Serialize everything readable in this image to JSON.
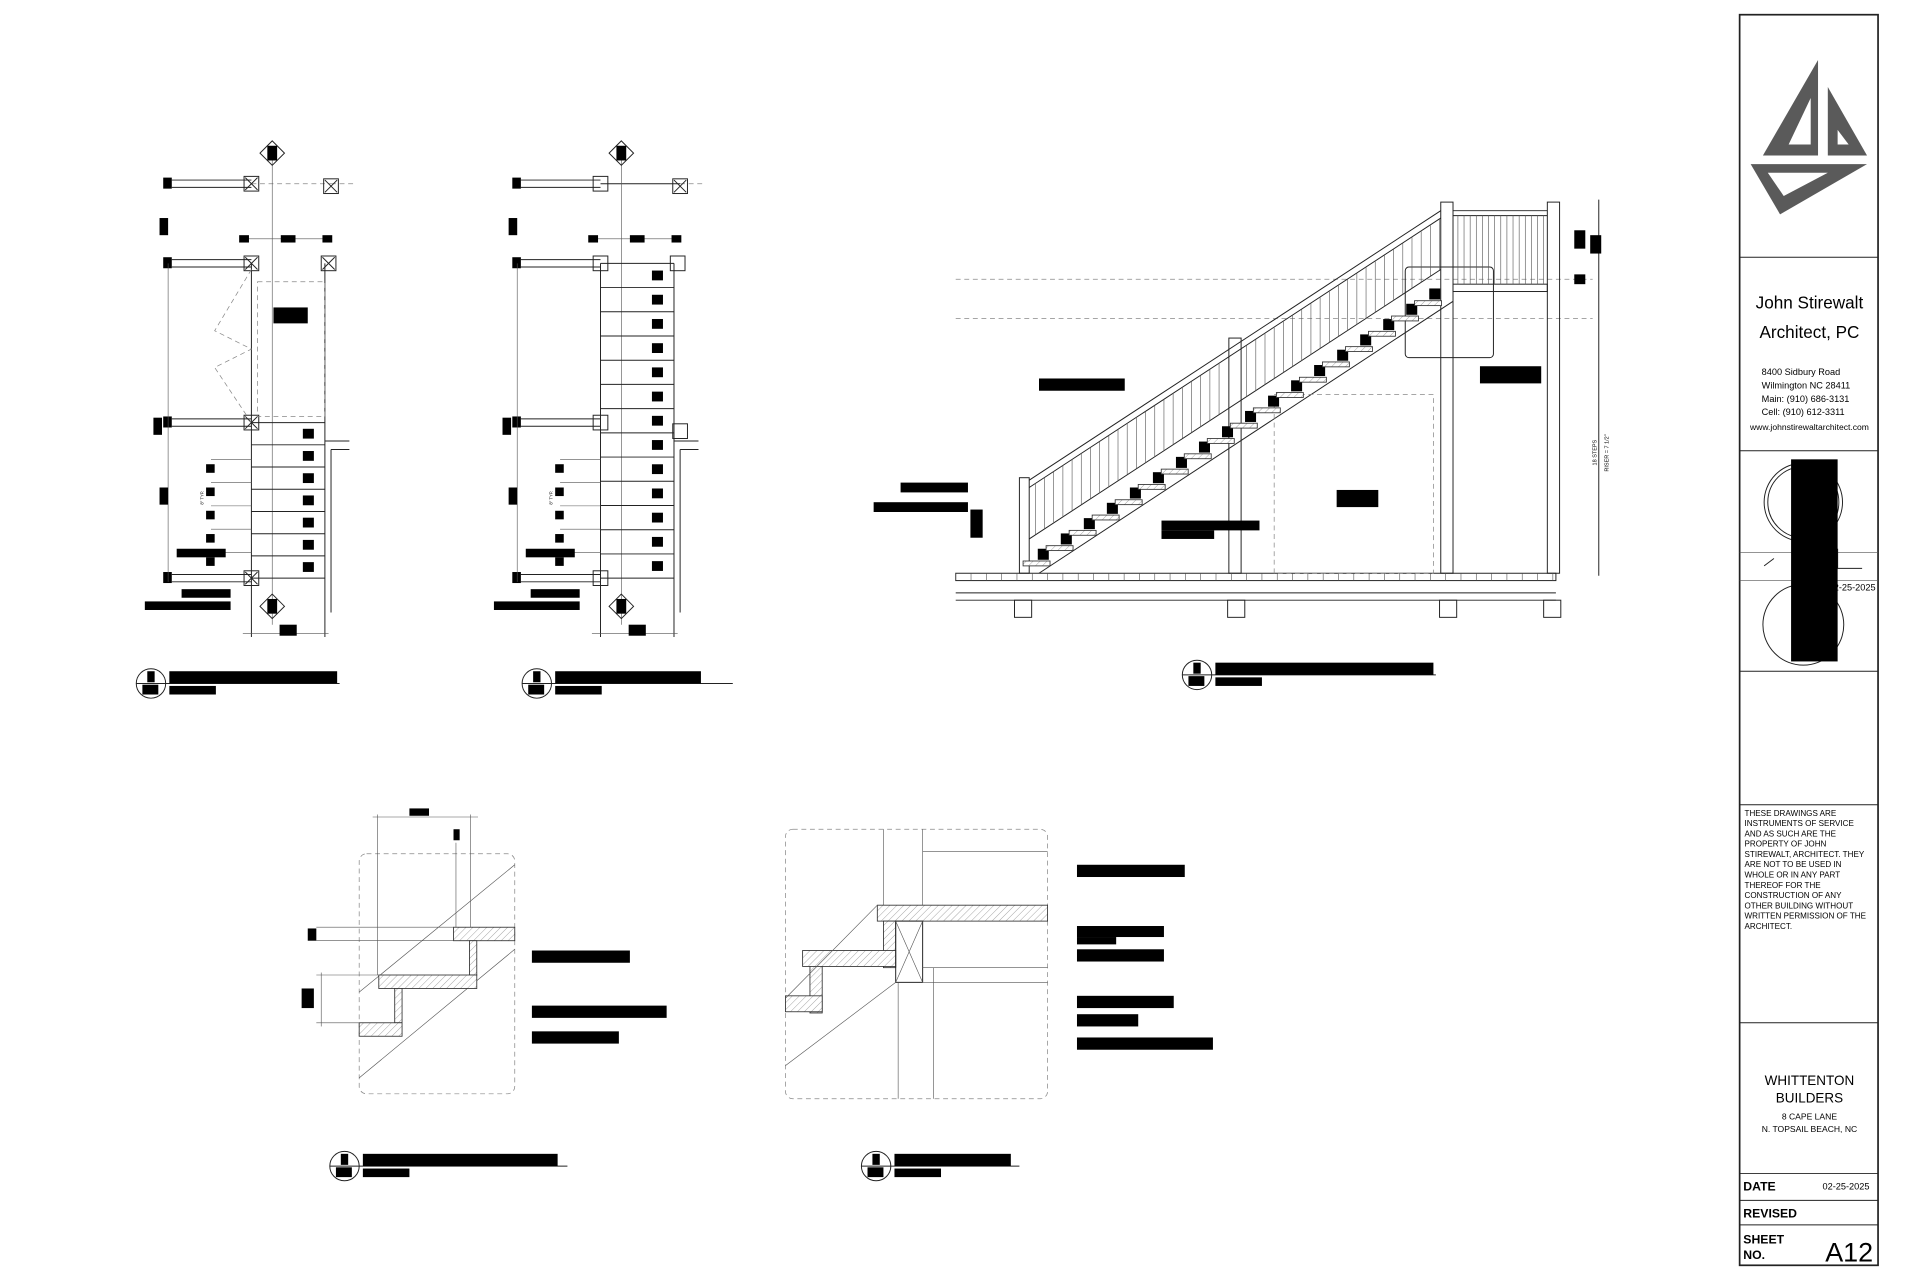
{
  "title_block": {
    "firm_name_line1": "John Stirewalt",
    "firm_name_line2": "Architect, PC",
    "address": [
      "8400 Sidbury Road",
      "Wilmington NC  28411",
      "Main: (910) 686-3131",
      "Cell: (910) 612-3311"
    ],
    "website": "www.johnstirewaltarchitect.com",
    "stamp_date": "02-25-2025",
    "notice": [
      "THESE DRAWINGS ARE",
      "INSTRUMENTS OF SERVICE",
      "AND AS SUCH ARE THE",
      "PROPERTY OF JOHN",
      "STIREWALT, ARCHITECT. THEY",
      "ARE NOT TO BE USED IN",
      "WHOLE OR IN ANY PART",
      "THEREOF FOR THE",
      "CONSTRUCTION OF ANY",
      "OTHER BUILDING WITHOUT",
      "WRITTEN PERMISSION OF THE",
      "ARCHITECT."
    ],
    "client_line1": "WHITTENTON",
    "client_line2": "BUILDERS",
    "client_address1": "8 CAPE LANE",
    "client_address2": "N. TOPSAIL BEACH, NC",
    "date_label": "DATE",
    "date_value": "02-25-2025",
    "revised_label": "REVISED",
    "sheet_label1": "SHEET",
    "sheet_label2": "NO.",
    "sheet_number": "A12"
  },
  "drawings": {
    "elevation_steps": "18 STEPS",
    "elevation_riser": "RISER = 7 1/2\"",
    "plan_tread_dim": "8\" TYP.",
    "colors": {
      "line": "#222222",
      "logo": "#5a5a5a",
      "redaction": "#000000"
    }
  }
}
